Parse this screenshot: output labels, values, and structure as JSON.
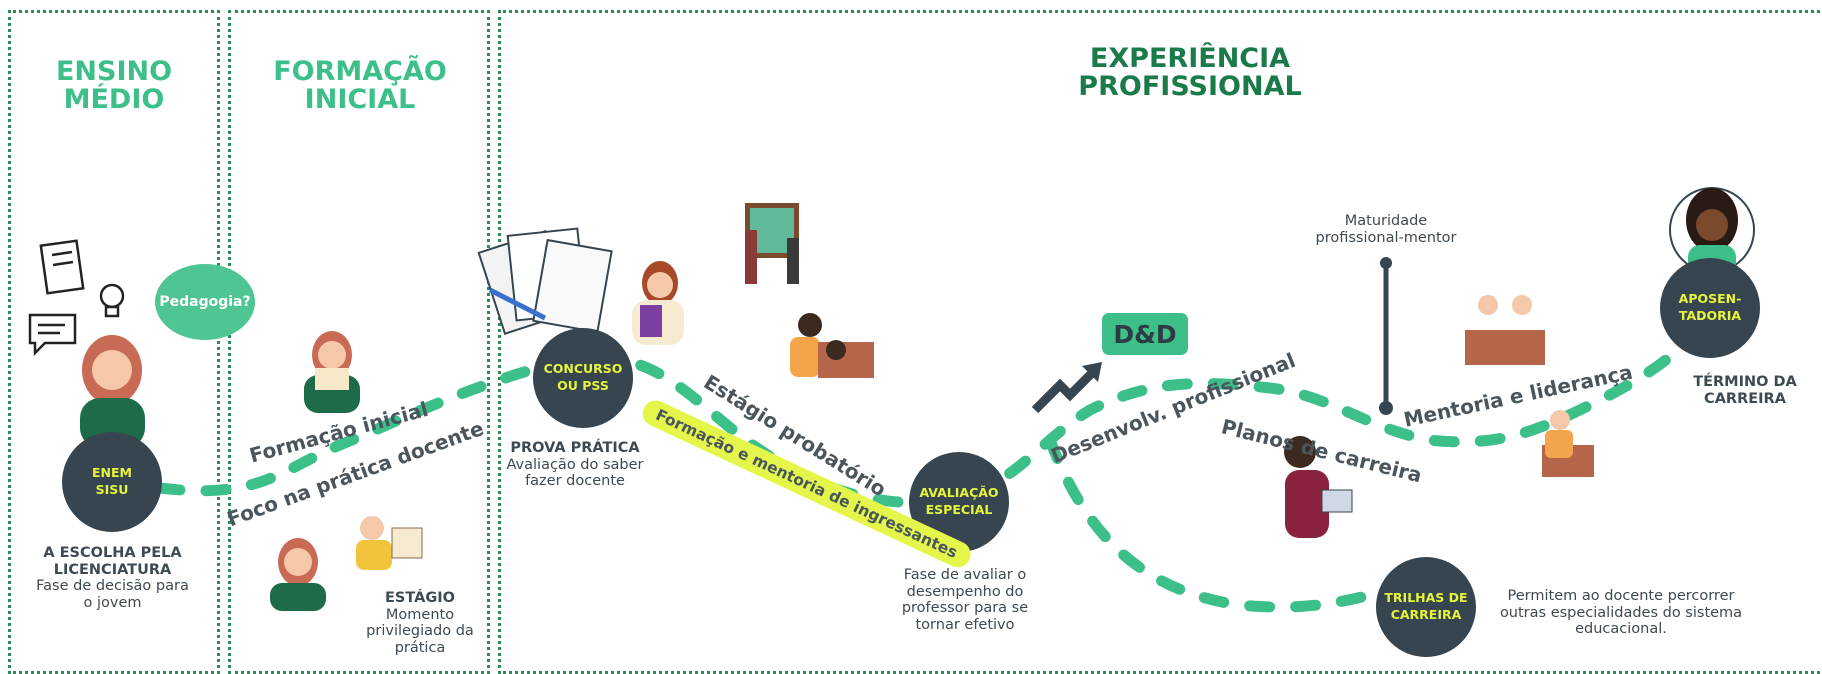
{
  "sections": {
    "ensino_medio": "ENSINO\nMÉDIO",
    "formacao_inicial": "FORMAÇÃO\nINICIAL",
    "experiencia": "EXPERIÊNCIA\nPROFISSIONAL"
  },
  "bubble": "Pedagogia?",
  "badge": "D&D",
  "circles": {
    "enem": "ENEM\nSISU",
    "concurso": "CONCURSO\nOU PSS",
    "avaliacao": "AVALIAÇÃO\nESPECIAL",
    "trilhas": "TRILHAS DE\nCARREIRA",
    "aposentadoria": "APOSEN-\nTADORIA"
  },
  "path_labels": {
    "formacao_inicial": "Formação inicial",
    "foco_pratica": "Foco na prática docente",
    "estagio_probatorio": "Estágio probatório",
    "formacao_mentoria": "Formação e mentoria de ingressantes",
    "desenvolv": "Desenvolv. profissional",
    "planos": "Planos de carreira",
    "mentoria": "Mentoria e liderança"
  },
  "notes": {
    "escolha_title": "A ESCOLHA PELA LICENCIATURA",
    "escolha_body": "Fase de decisão para o jovem",
    "estagio_title": "ESTÁGIO",
    "estagio_body": "Momento privilegiado da prática",
    "prova_title": "PROVA PRÁTICA",
    "prova_body": "Avaliação do saber fazer docente",
    "avaliacao_body": "Fase de avaliar o desempenho do professor para se tornar efetivo",
    "maturidade": "Maturidade profissional-mentor",
    "termino": "TÉRMINO DA CARREIRA",
    "trilhas_body": "Permitem ao docente percorrer outras especialidades do sistema educacional."
  },
  "colors": {
    "frame": "#2e8b57",
    "heading_light": "#3dbf8a",
    "heading_dark": "#1a7a4a",
    "circle_fill": "#36454f",
    "circle_text": "#e6f53a",
    "dash": "#3dbf8a",
    "highlight": "#e5f64a"
  }
}
